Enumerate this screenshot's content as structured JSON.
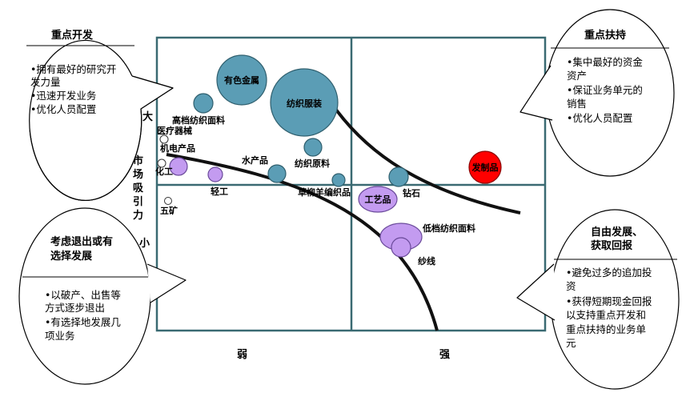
{
  "callouts": {
    "top_left": {
      "title": "重点开发",
      "lines": [
        "•拥有最好的研究开",
        "发力量",
        "•迅速开发业务",
        "•优化人员配置"
      ]
    },
    "top_right": {
      "title": "重点扶持",
      "lines": [
        "•集中最好的资金",
        "资产",
        "•保证业务单元的",
        "销售",
        "•优化人员配置"
      ]
    },
    "bottom_left": {
      "title_lines": [
        "考虑退出或有",
        "选择发展"
      ],
      "lines": [
        "•以破产、出售等",
        "方式逐步退出",
        "•有选择地发展几",
        "项业务"
      ]
    },
    "bottom_right": {
      "title_lines": [
        "自由发展、",
        "获取回报"
      ],
      "lines": [
        "•避免过多的追加投",
        "资",
        "•获得短期现金回报",
        "以支持重点开发和",
        "重点扶持的业务单",
        "元"
      ]
    }
  },
  "axes": {
    "y_top": "大",
    "y_label_chars": [
      "市",
      "场",
      "吸",
      "引",
      "力"
    ],
    "y_bottom": "小",
    "x_left": "弱",
    "x_right": "强"
  },
  "colors": {
    "teal": "#5b9db5",
    "purple": "#c39bf0",
    "red": "#ff0000",
    "frame": "#3a6a72"
  },
  "bubbles": [
    {
      "id": "youse-jinshu",
      "label": "有色金属",
      "color": "teal",
      "label_inside": true
    },
    {
      "id": "fangzhi-fuzhuang",
      "label": "纺织服装",
      "color": "teal",
      "label_inside": true
    },
    {
      "id": "gaodang-fangzhi",
      "label": "高档纺织面料",
      "color": "teal",
      "label_inside": false
    },
    {
      "id": "yiliao-qixie",
      "label": "医疗器械",
      "color": "white",
      "label_inside": false
    },
    {
      "id": "jidian-chanpin",
      "label": "机电产品",
      "color": "white",
      "label_inside": false
    },
    {
      "id": "huagong",
      "label": "化工",
      "color": "purple",
      "label_inside": false
    },
    {
      "id": "huagong-dot",
      "label": "",
      "color": "white",
      "label_inside": false
    },
    {
      "id": "qinggong",
      "label": "轻工",
      "color": "purple",
      "label_inside": false
    },
    {
      "id": "wukuang",
      "label": "五矿",
      "color": "white",
      "label_inside": false
    },
    {
      "id": "shuichanpin",
      "label": "水产品",
      "color": "teal",
      "label_inside": false
    },
    {
      "id": "fangzhi-yuanliao",
      "label": "纺织原料",
      "color": "teal",
      "label_inside": false
    },
    {
      "id": "caoliu-yangbian",
      "label": "草柳羊编织品",
      "color": "teal",
      "label_inside": false
    },
    {
      "id": "zuanshi",
      "label": "钻石",
      "color": "teal",
      "label_inside": false
    },
    {
      "id": "gongyipin",
      "label": "工艺品",
      "color": "purple",
      "label_inside": true
    },
    {
      "id": "fazhipin",
      "label": "发制品",
      "color": "red",
      "label_inside": true
    },
    {
      "id": "didang-fangzhi",
      "label": "低档纺织面料",
      "color": "purple",
      "label_inside": false
    },
    {
      "id": "shaxian",
      "label": "纱线",
      "color": "purple",
      "label_inside": false
    }
  ]
}
